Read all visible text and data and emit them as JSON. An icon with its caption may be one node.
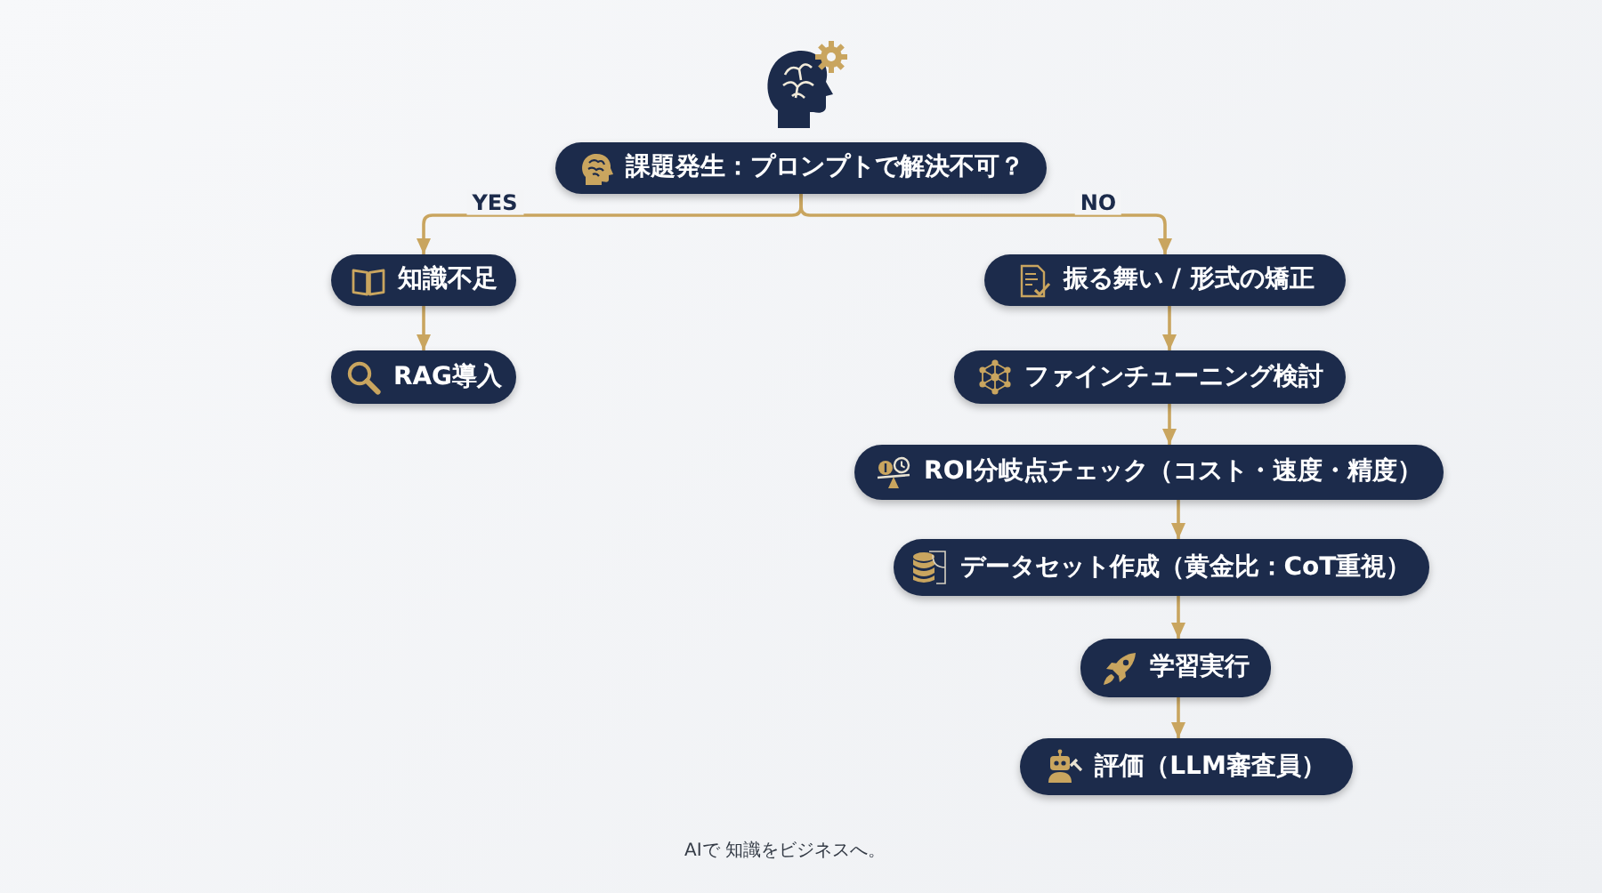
{
  "diagram": {
    "nodes": [
      {
        "text": [
          "課題発生：プロンプトで解決不可？"
        ]
      },
      {
        "text": [
          "知識不足"
        ]
      },
      {
        "text": [
          "RAG導入"
        ]
      },
      {
        "text": [
          "振る舞い / 形式の矯正"
        ]
      },
      {
        "text": [
          "ファインチューニング検討"
        ]
      },
      {
        "text": [
          "ROI分岐点チェック（コスト・速度・精度）"
        ]
      },
      {
        "text": [
          "データセット作成（黄金比：CoT重視）"
        ]
      },
      {
        "text": [
          "学習実行"
        ]
      },
      {
        "text": [
          "評価（LLM審査員）"
        ]
      }
    ],
    "edges": [
      {
        "from": 0,
        "to": 1,
        "arrow": "to",
        "label": "YES"
      },
      {
        "from": 0,
        "to": 3,
        "arrow": "to",
        "label": "NO"
      },
      {
        "from": 1,
        "to": 2,
        "arrow": "to"
      },
      {
        "from": 3,
        "to": 4,
        "arrow": "to"
      },
      {
        "from": 4,
        "to": 5,
        "arrow": "to"
      },
      {
        "from": 5,
        "to": 6,
        "arrow": "to"
      },
      {
        "from": 6,
        "to": 7,
        "arrow": "to"
      },
      {
        "from": 7,
        "to": 8,
        "arrow": "to"
      }
    ],
    "labels": [
      "AIで 知識をビジネスへ。"
    ]
  }
}
